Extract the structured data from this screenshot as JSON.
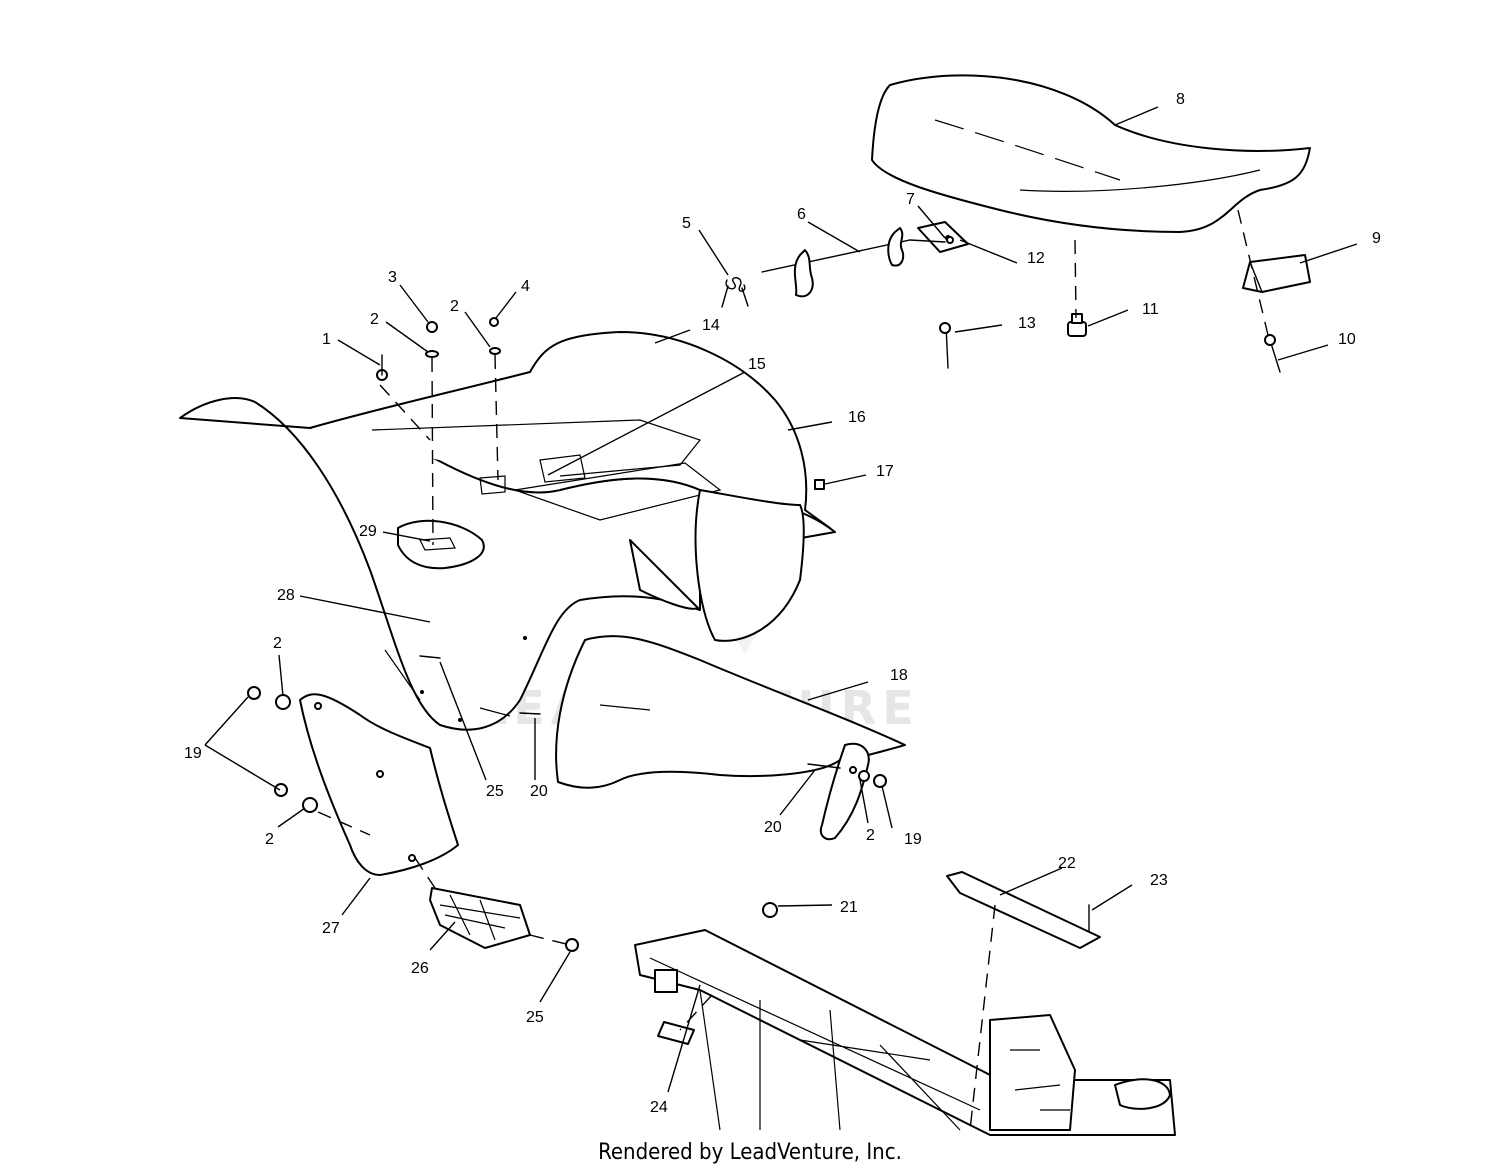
{
  "diagram": {
    "credit": "Rendered by LeadVenture, Inc.",
    "watermark": "LEADVENTURE",
    "callouts": [
      "1",
      "2",
      "3",
      "2",
      "4",
      "5",
      "6",
      "7",
      "8",
      "9",
      "10",
      "11",
      "12",
      "13",
      "14",
      "15",
      "16",
      "17",
      "18",
      "19",
      "2",
      "2",
      "25",
      "20",
      "20",
      "2",
      "19",
      "21",
      "22",
      "23",
      "24",
      "25",
      "26",
      "27",
      "28",
      "29"
    ]
  }
}
